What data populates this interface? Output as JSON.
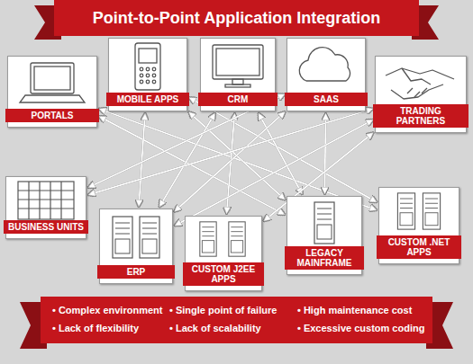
{
  "diagram": {
    "title": "Point-to-Point Application Integration",
    "nodes": [
      {
        "text": [
          "PORTALS"
        ]
      },
      {
        "text": [
          "MOBILE APPS"
        ]
      },
      {
        "text": [
          "CRM"
        ]
      },
      {
        "text": [
          "SAAS"
        ]
      },
      {
        "text": [
          "TRADING PARTNERS"
        ]
      },
      {
        "text": [
          "BUSINESS UNITS"
        ]
      },
      {
        "text": [
          "ERP"
        ]
      },
      {
        "text": [
          "CUSTOM J2EE APPS"
        ]
      },
      {
        "text": [
          "LEGACY MAINFRAME"
        ]
      },
      {
        "text": [
          "CUSTOM .NET APPS"
        ]
      }
    ],
    "edges": [
      {
        "from": 0,
        "to": 8,
        "arrow": "both"
      },
      {
        "from": 0,
        "to": 9,
        "arrow": "both"
      },
      {
        "from": 1,
        "to": 6,
        "arrow": "both"
      },
      {
        "from": 1,
        "to": 8,
        "arrow": "both"
      },
      {
        "from": 1,
        "to": 9,
        "arrow": "both"
      },
      {
        "from": 2,
        "to": 7,
        "arrow": "both"
      },
      {
        "from": 2,
        "to": 6,
        "arrow": "both"
      },
      {
        "from": 2,
        "to": 8,
        "arrow": "both"
      },
      {
        "from": 3,
        "to": 6,
        "arrow": "both"
      },
      {
        "from": 3,
        "to": 5,
        "arrow": "both"
      },
      {
        "from": 3,
        "to": 8,
        "arrow": "both"
      },
      {
        "from": 4,
        "to": 5,
        "arrow": "both"
      },
      {
        "from": 4,
        "to": 7,
        "arrow": "both"
      },
      {
        "from": 4,
        "to": 6,
        "arrow": "both"
      }
    ],
    "labels": [
      "• Complex environment",
      "• Single point of failure",
      "• High maintenance cost",
      "• Lack of flexibility",
      "• Lack of scalability",
      "• Excessive custom coding"
    ]
  }
}
